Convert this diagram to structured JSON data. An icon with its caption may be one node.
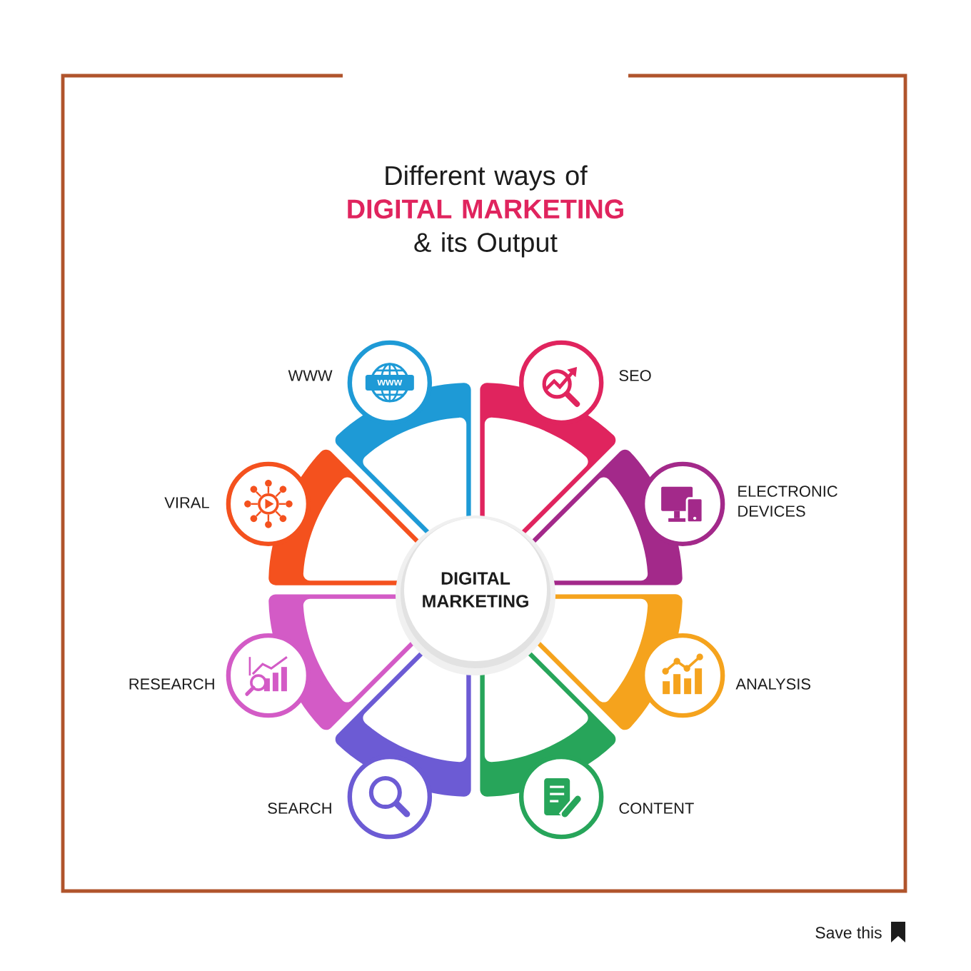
{
  "diagram": {
    "title": "Different ways of **DIGITAL MARKETING** & its Output",
    "nodes": [
      {
        "text": [
          "WWW"
        ]
      },
      {
        "text": [
          "SEO"
        ]
      },
      {
        "text": [
          "VIRAL"
        ]
      },
      {
        "text": [
          "ELECTRONIC DEVICES"
        ]
      },
      {
        "text": [
          "DIGITAL MARKETING"
        ]
      },
      {
        "text": [
          "RESEARCH"
        ]
      },
      {
        "text": [
          "ANALYSIS"
        ]
      },
      {
        "text": [
          "SEARCH"
        ]
      },
      {
        "text": [
          "CONTENT"
        ]
      }
    ],
    "labels": [
      "www",
      "Save this"
    ]
  }
}
